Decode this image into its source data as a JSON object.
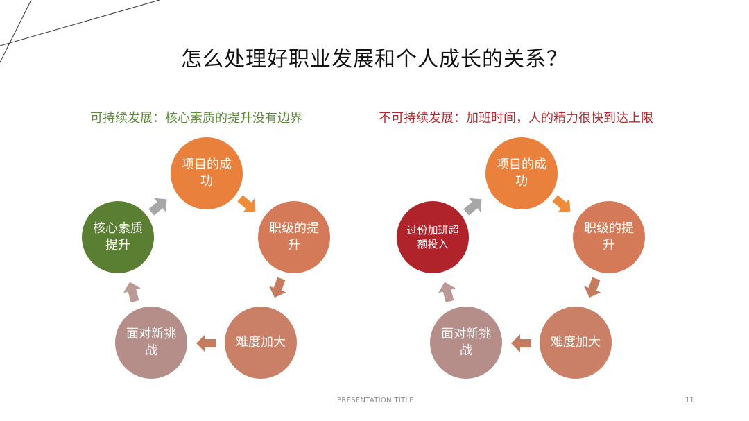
{
  "title": "怎么处理好职业发展和个人成长的关系？",
  "left": {
    "subtitle": "可持续发展：核心素质的提升没有边界",
    "nodes": {
      "success": "项目的成功",
      "promotion": "职级的提升",
      "difficulty": "难度加大",
      "challenge": "面对新挑战",
      "core": "核心素质提升"
    }
  },
  "right": {
    "subtitle": "不可持续发展：加班时间，人的精力很快到达上限",
    "nodes": {
      "success": "项目的成功",
      "promotion": "职级的提升",
      "difficulty": "难度加大",
      "challenge": "面对新挑战",
      "overtime": "过份加班超额投入"
    }
  },
  "footer": {
    "title": "PRESENTATION TITLE",
    "page": "11"
  },
  "colors": {
    "orange": "#e9803c",
    "orange_brown": "#d47a58",
    "brown": "#c98067",
    "mauve": "#b58e8a",
    "green": "#5a7f33",
    "red": "#b0232a",
    "arrow_orange": "#ef8c3a",
    "arrow_brown": "#c67a5e",
    "arrow_gray": "#a7a7a7",
    "arrow_mauve": "#bd9996"
  }
}
